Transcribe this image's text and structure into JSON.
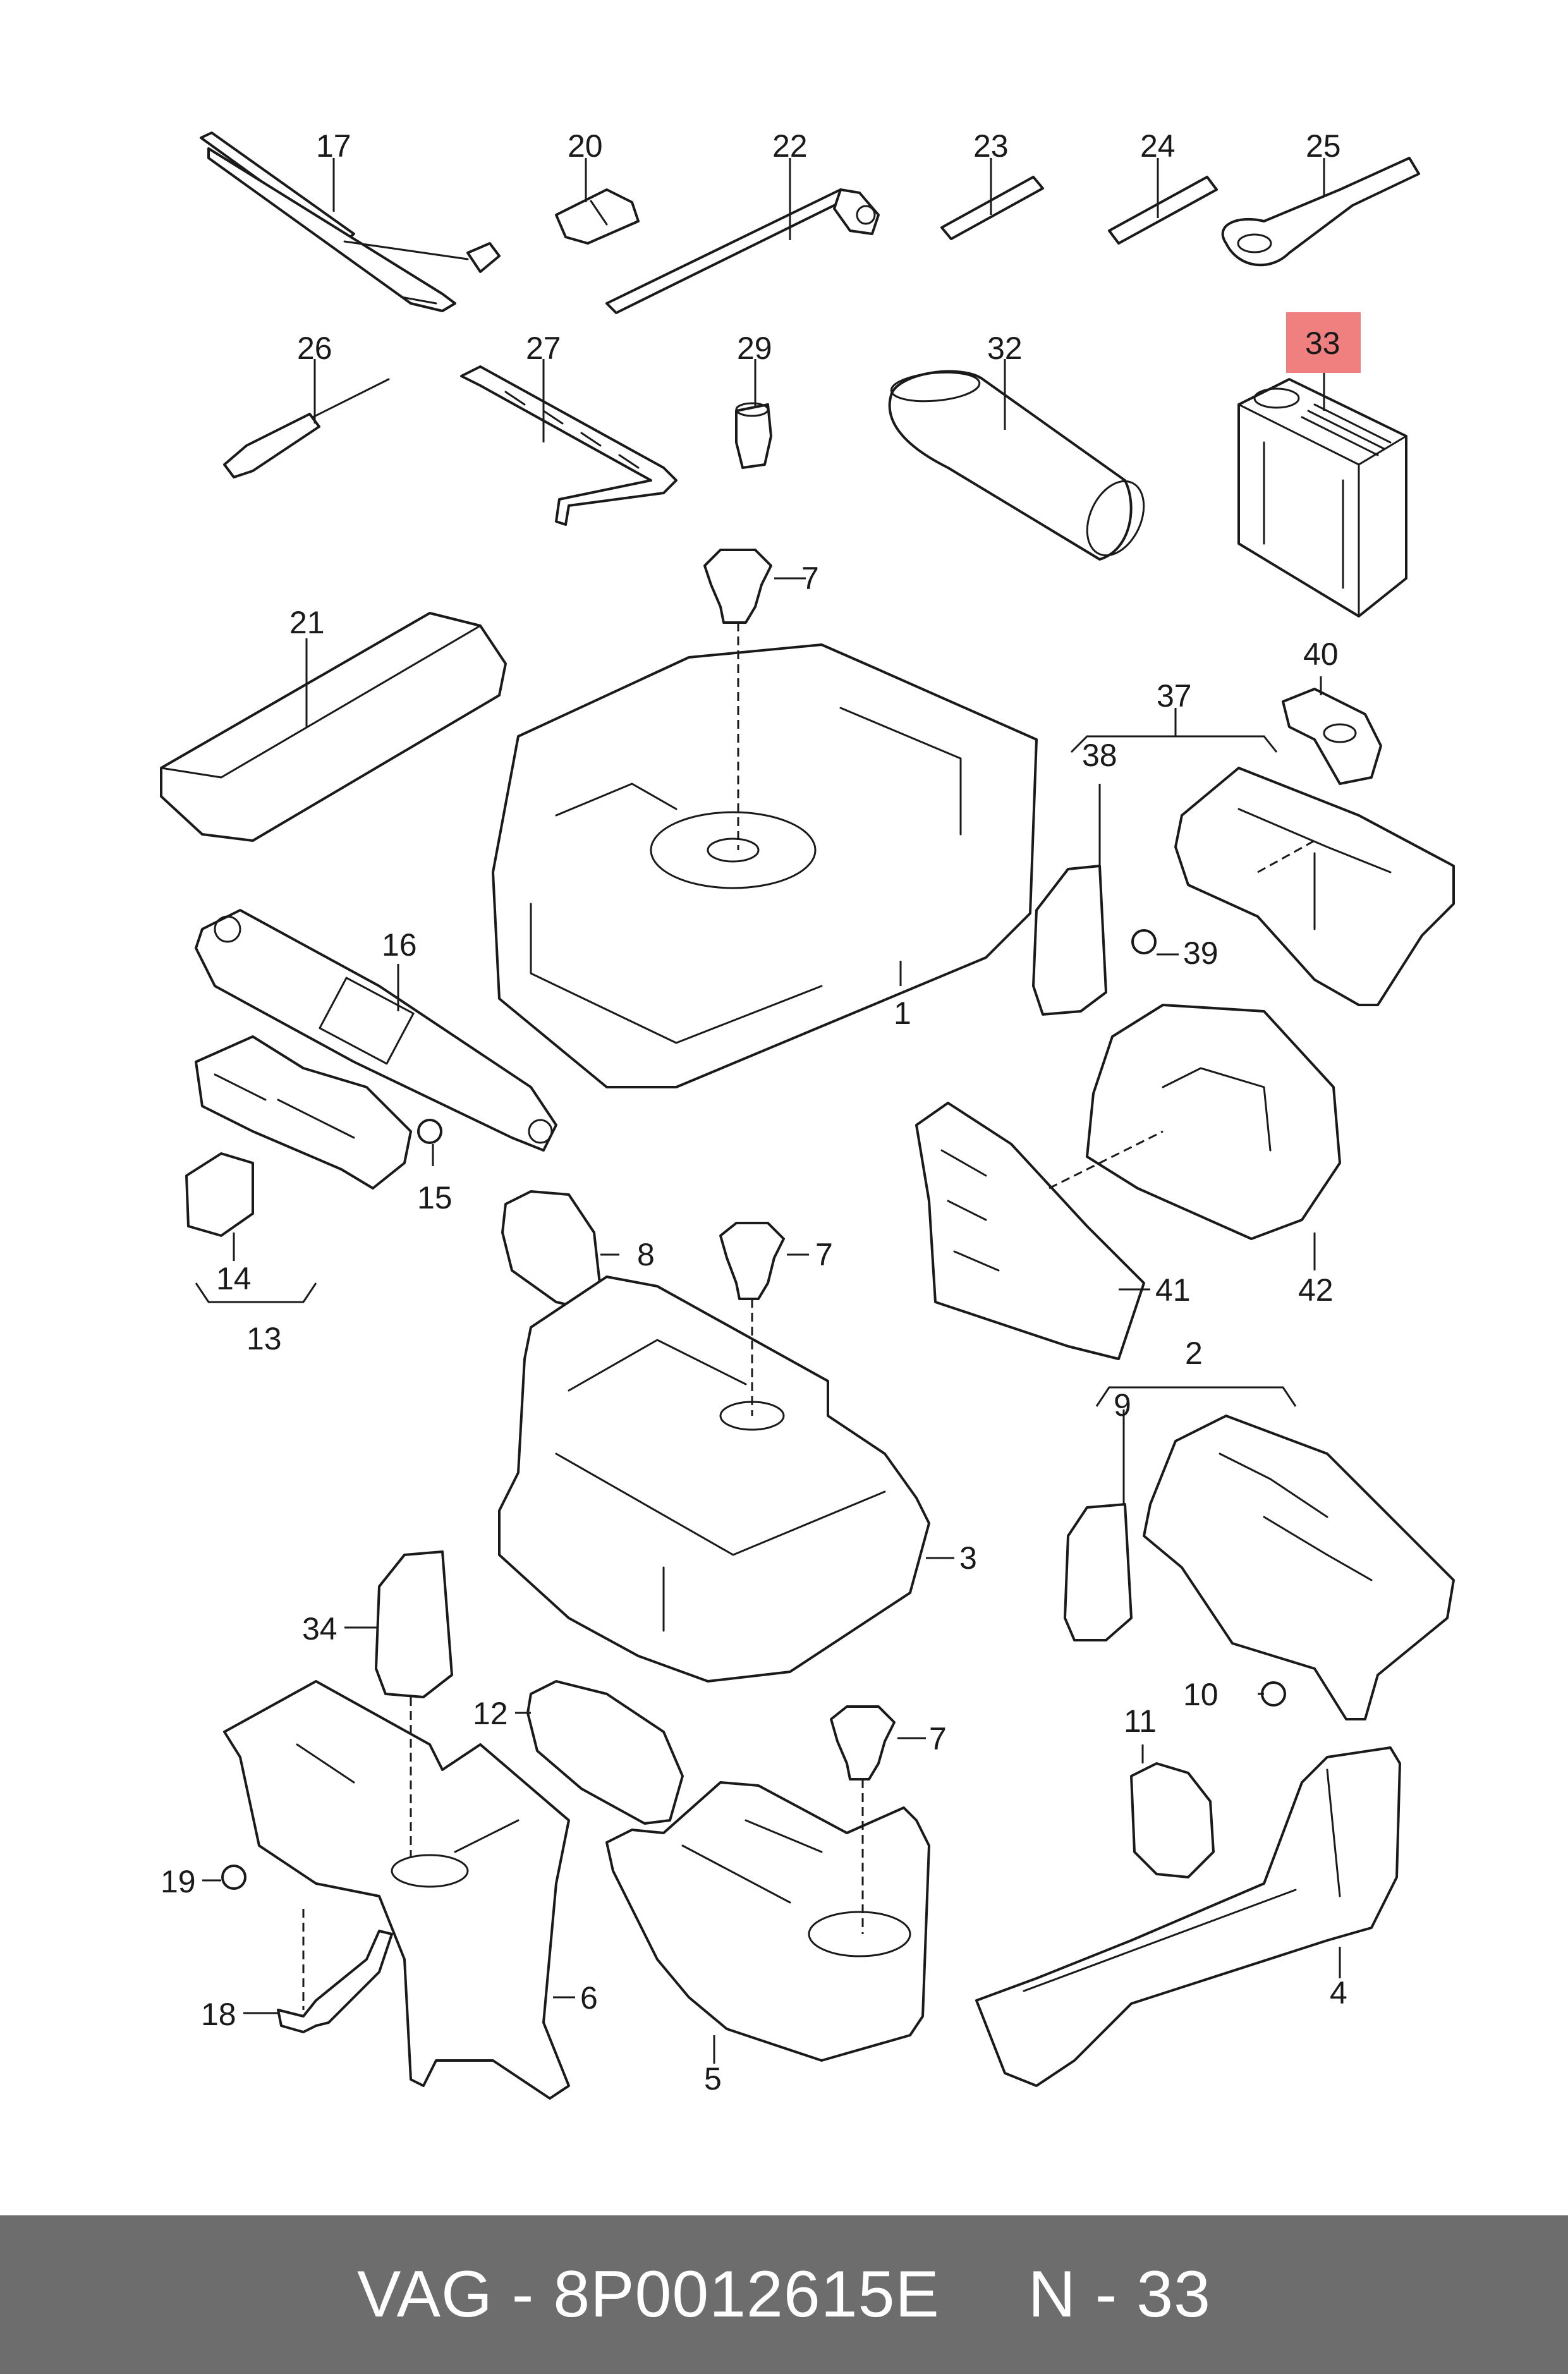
{
  "diagram": {
    "callouts": [
      "1",
      "2",
      "3",
      "4",
      "5",
      "6",
      "7",
      "7",
      "7",
      "8",
      "9",
      "10",
      "11",
      "12",
      "13",
      "14",
      "15",
      "16",
      "17",
      "18",
      "19",
      "20",
      "21",
      "22",
      "23",
      "24",
      "25",
      "26",
      "27",
      "29",
      "32",
      "33",
      "34",
      "37",
      "38",
      "39",
      "40",
      "41",
      "42"
    ],
    "highlighted_callout": "33",
    "highlight_color": "#f08080"
  },
  "footer": {
    "part_number": "VAG - 8P0012615E",
    "position": "N - 33",
    "background": "#6d6d6d",
    "text_color": "#ffffff"
  }
}
